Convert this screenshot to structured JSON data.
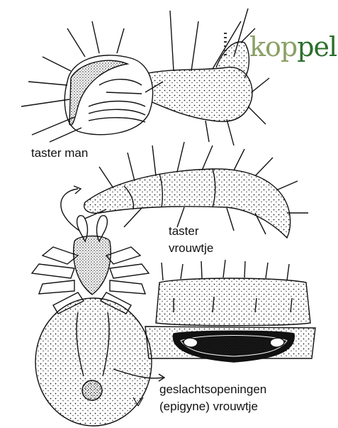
{
  "logo": {
    "part1": "kop",
    "part2": "pel"
  },
  "labels": {
    "male_palp": "taster man",
    "female_palp_line1": "taster",
    "female_palp_line2": "vrouwtje",
    "epigyne_line1": "geslachtsopeningen",
    "epigyne_line2": "(epigyne) vrouwtje"
  },
  "colors": {
    "ink": "#111111",
    "logo_light": "#8aa066",
    "logo_dark": "#2c6f2c"
  }
}
